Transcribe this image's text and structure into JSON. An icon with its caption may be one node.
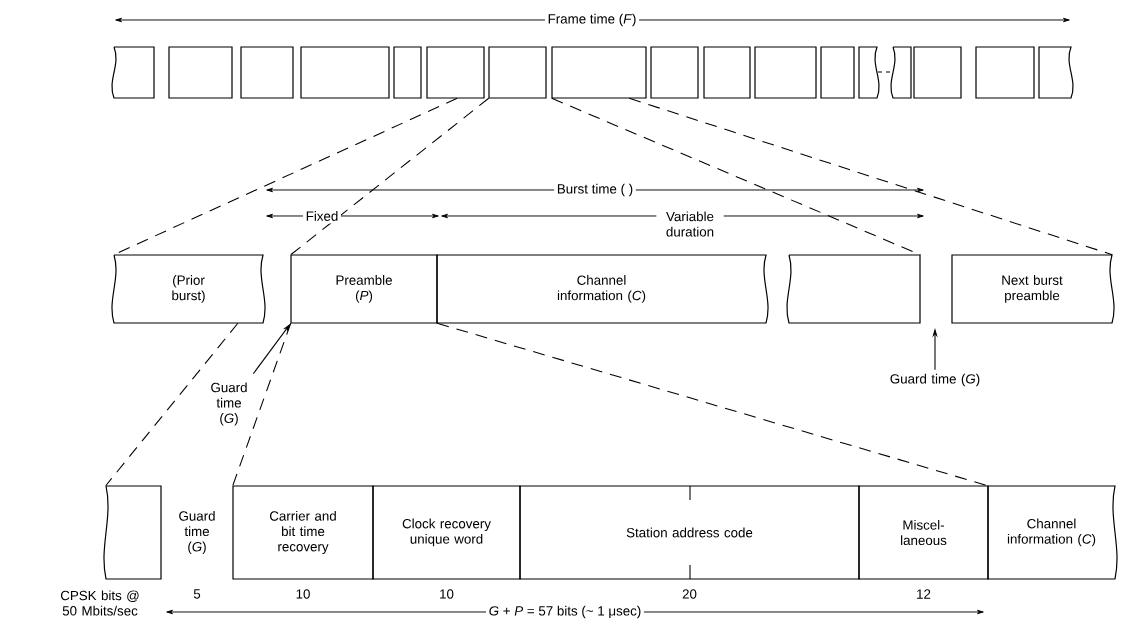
{
  "diagram": {
    "nodes": [
      {
        "text": [],
        "shape": "box"
      },
      {
        "text": [],
        "shape": "box"
      },
      {
        "text": [],
        "shape": "box"
      },
      {
        "text": [],
        "shape": "box"
      },
      {
        "text": [],
        "shape": "box"
      },
      {
        "text": [],
        "shape": "box"
      },
      {
        "text": [],
        "shape": "box"
      },
      {
        "text": [],
        "shape": "box"
      },
      {
        "text": [],
        "shape": "box"
      },
      {
        "text": [],
        "shape": "box"
      },
      {
        "text": [],
        "shape": "box"
      },
      {
        "text": [],
        "shape": "box"
      },
      {
        "text": [],
        "shape": "box"
      },
      {
        "text": [],
        "shape": "box"
      },
      {
        "text": [],
        "shape": "box"
      },
      {
        "text": [],
        "shape": "box"
      },
      {
        "text": [],
        "shape": "box"
      },
      {
        "text": [
          "(Prior burst)"
        ]
      },
      {
        "text": [
          "Preamble (*P*)"
        ]
      },
      {
        "text": [
          "Channel information (*C*)"
        ]
      },
      {
        "text": [],
        "shape": "box"
      },
      {
        "text": [
          "Next burst preamble"
        ]
      },
      {
        "text": [
          "Guard time (*G*)"
        ]
      },
      {
        "text": [
          "Guard time (*G*)"
        ]
      },
      {
        "text": [],
        "shape": "box"
      },
      {
        "text": [
          "Guard time (*G*)"
        ],
        "beside": [
          "5"
        ]
      },
      {
        "text": [
          "Carrier and bit time recovery"
        ],
        "beside": [
          "10"
        ]
      },
      {
        "text": [
          "Clock recovery unique word"
        ],
        "beside": [
          "10"
        ]
      },
      {
        "text": [
          "Station address code"
        ],
        "beside": [
          "20"
        ]
      },
      {
        "text": [
          "Miscel- laneous"
        ],
        "beside": [
          "12"
        ]
      },
      {
        "text": [
          "Channel information (*C*)"
        ]
      }
    ],
    "edges": [
      {
        "from": 5,
        "to": 17,
        "arrow": "none",
        "style": "dashed"
      },
      {
        "from": 6,
        "to": 18,
        "arrow": "none",
        "style": "dashed"
      },
      {
        "from": 7,
        "to": 20,
        "arrow": "none",
        "style": "dashed"
      },
      {
        "from": 7,
        "to": 21,
        "arrow": "none",
        "style": "dashed"
      },
      {
        "from": 17,
        "to": 24,
        "arrow": "none",
        "style": "dashed"
      },
      {
        "from": 18,
        "to": 26,
        "arrow": "none",
        "style": "dashed"
      },
      {
        "from": 18,
        "to": 30,
        "arrow": "none",
        "style": "dashed"
      },
      {
        "from": 22,
        "to": 18,
        "arrow": "to"
      },
      {
        "from": 23,
        "to": null,
        "arrow": "to"
      }
    ],
    "labels": [
      "Frame time (*F*)",
      "Burst time ( )",
      "Fixed",
      "Variable duration",
      "CPSK bits @ 50 Mbits/sec",
      "*G* + *P* = 57 bits (~ 1 μsec)"
    ]
  }
}
